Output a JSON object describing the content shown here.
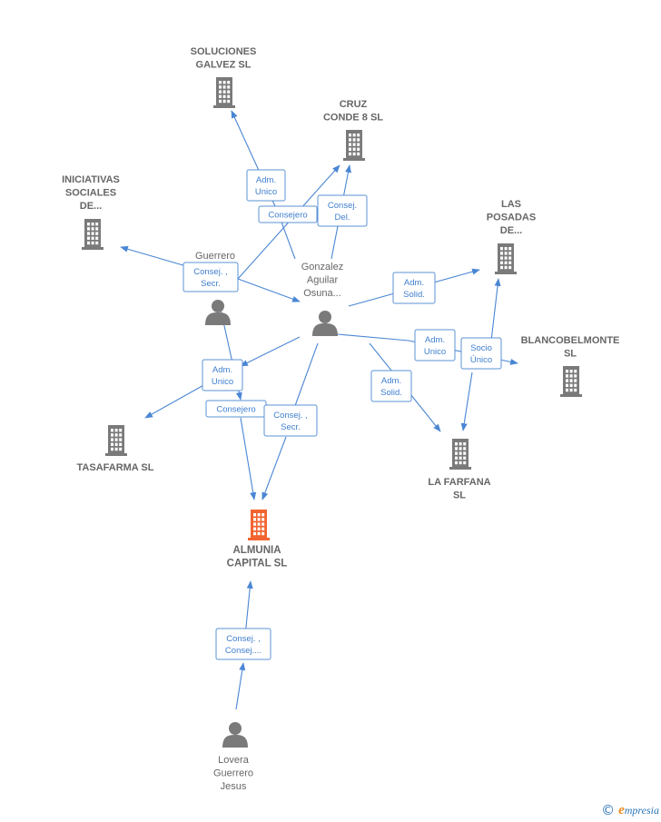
{
  "colors": {
    "edge": "#4a86d4",
    "node": "#7a7a7a",
    "focus": "#f26430",
    "label": "#666666",
    "relation_text": "#3f7fcf"
  },
  "nodes": [
    {
      "id": "soluciones",
      "type": "company",
      "lines": [
        "SOLUCIONES",
        "GALVEZ SL"
      ],
      "icon": "building-icon"
    },
    {
      "id": "cruz",
      "type": "company",
      "lines": [
        "CRUZ",
        "CONDE 8 SL"
      ],
      "icon": "building-icon"
    },
    {
      "id": "iniciativas",
      "type": "company",
      "lines": [
        "INICIATIVAS",
        "SOCIALES",
        "DE..."
      ],
      "icon": "building-icon"
    },
    {
      "id": "posadas",
      "type": "company",
      "lines": [
        "LAS",
        "POSADAS",
        "DE..."
      ],
      "icon": "building-icon"
    },
    {
      "id": "blanco",
      "type": "company",
      "lines": [
        "BLANCOBELMONTE",
        "SL"
      ],
      "icon": "building-icon"
    },
    {
      "id": "tasafarma",
      "type": "company",
      "lines": [
        "TASAFARMA SL"
      ],
      "icon": "building-icon"
    },
    {
      "id": "farfana",
      "type": "company",
      "lines": [
        "LA FARFANA",
        "SL"
      ],
      "icon": "building-icon"
    },
    {
      "id": "almunia",
      "type": "focus",
      "lines": [
        "ALMUNIA",
        "CAPITAL  SL"
      ],
      "icon": "building-icon"
    },
    {
      "id": "guerrero",
      "type": "person",
      "lines": [
        "Guerrero"
      ],
      "icon": "person-icon"
    },
    {
      "id": "gonzalez",
      "type": "person",
      "lines": [
        "Gonzalez",
        "Aguilar",
        "Osuna..."
      ],
      "icon": "person-icon"
    },
    {
      "id": "lovera",
      "type": "person",
      "lines": [
        "Lovera",
        "Guerrero",
        "Jesus"
      ],
      "icon": "person-icon"
    }
  ],
  "relations": [
    {
      "id": "r1",
      "lines": [
        "Adm.",
        "Unico"
      ]
    },
    {
      "id": "r2",
      "lines": [
        "Consejero"
      ]
    },
    {
      "id": "r3",
      "lines": [
        "Consej.",
        "Del."
      ]
    },
    {
      "id": "r4",
      "lines": [
        "Consej. ,",
        "Secr."
      ]
    },
    {
      "id": "r5",
      "lines": [
        "Adm.",
        "Solid."
      ]
    },
    {
      "id": "r6",
      "lines": [
        "Adm.",
        "Unico"
      ]
    },
    {
      "id": "r7",
      "lines": [
        "Socio",
        "Único"
      ]
    },
    {
      "id": "r8",
      "lines": [
        "Adm.",
        "Unico"
      ]
    },
    {
      "id": "r9",
      "lines": [
        "Adm.",
        "Solid."
      ]
    },
    {
      "id": "r10",
      "lines": [
        "Consejero"
      ]
    },
    {
      "id": "r11",
      "lines": [
        "Consej. ,",
        "Secr."
      ]
    },
    {
      "id": "r12",
      "lines": [
        "Consej. ,",
        "Consej...."
      ]
    }
  ],
  "watermark": {
    "symbol": "©",
    "brand_initial": "e",
    "brand_rest": "mpresia"
  }
}
